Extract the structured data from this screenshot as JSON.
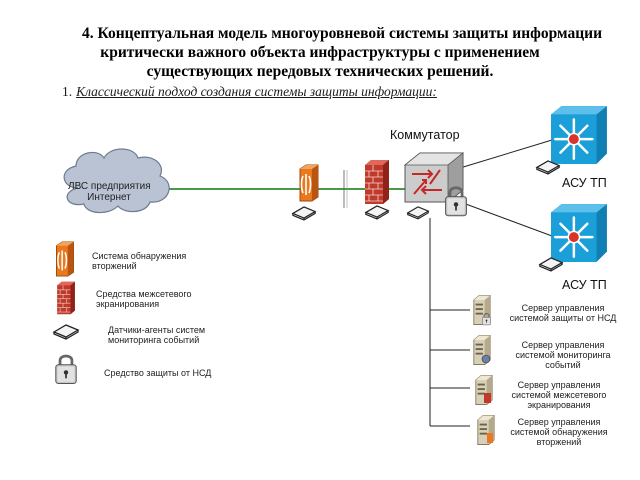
{
  "title": {
    "line1": "4. Концептуальная модель многоуровневой системы защиты информации",
    "line2": "критически важного объекта инфраструктуры с применением",
    "line3": "существующих передовых технических решений."
  },
  "subtitle": {
    "number": "1.",
    "text": "Классический подход создания системы защиты информации:"
  },
  "cloud": {
    "line1": "ЛВС предприятия",
    "line2": "Интернет"
  },
  "switch_label": "Коммутатор",
  "asu": [
    {
      "label": "АСУ ТП"
    },
    {
      "label": "АСУ ТП"
    }
  ],
  "servers": [
    {
      "line1": "Сервер управления",
      "line2": "системой защиты от НСД"
    },
    {
      "line1": "Сервер управления",
      "line2": "системой мониторинга",
      "line3": "событий"
    },
    {
      "line1": "Сервер управления",
      "line2": "системой межсетевого",
      "line3": "экранирования"
    },
    {
      "line1": "Сервер управления",
      "line2": "системой обнаружения",
      "line3": "вторжений"
    }
  ],
  "legend": {
    "ids": {
      "line1": "Система обнаружения",
      "line2": "вторжений"
    },
    "firewall": {
      "line1": "Средства межсетевого",
      "line2": "экранирования"
    },
    "agents": {
      "line1": "Датчики-агенты систем",
      "line2": "мониторинга событий"
    },
    "nsd": {
      "line1": "Средство защиты от НСД"
    }
  },
  "colors": {
    "link_green": "#2e8b2e",
    "ids_orange": "#e8791e",
    "firewall_red": "#c0392b",
    "asu_blue": "#1a9fd8",
    "asu_center_red": "#d9342b"
  },
  "icons": [
    "cloud-icon",
    "ids-icon",
    "firewall-icon",
    "switch-icon",
    "lock-icon",
    "asu-icon",
    "server-icon",
    "agent-sensor-icon"
  ]
}
